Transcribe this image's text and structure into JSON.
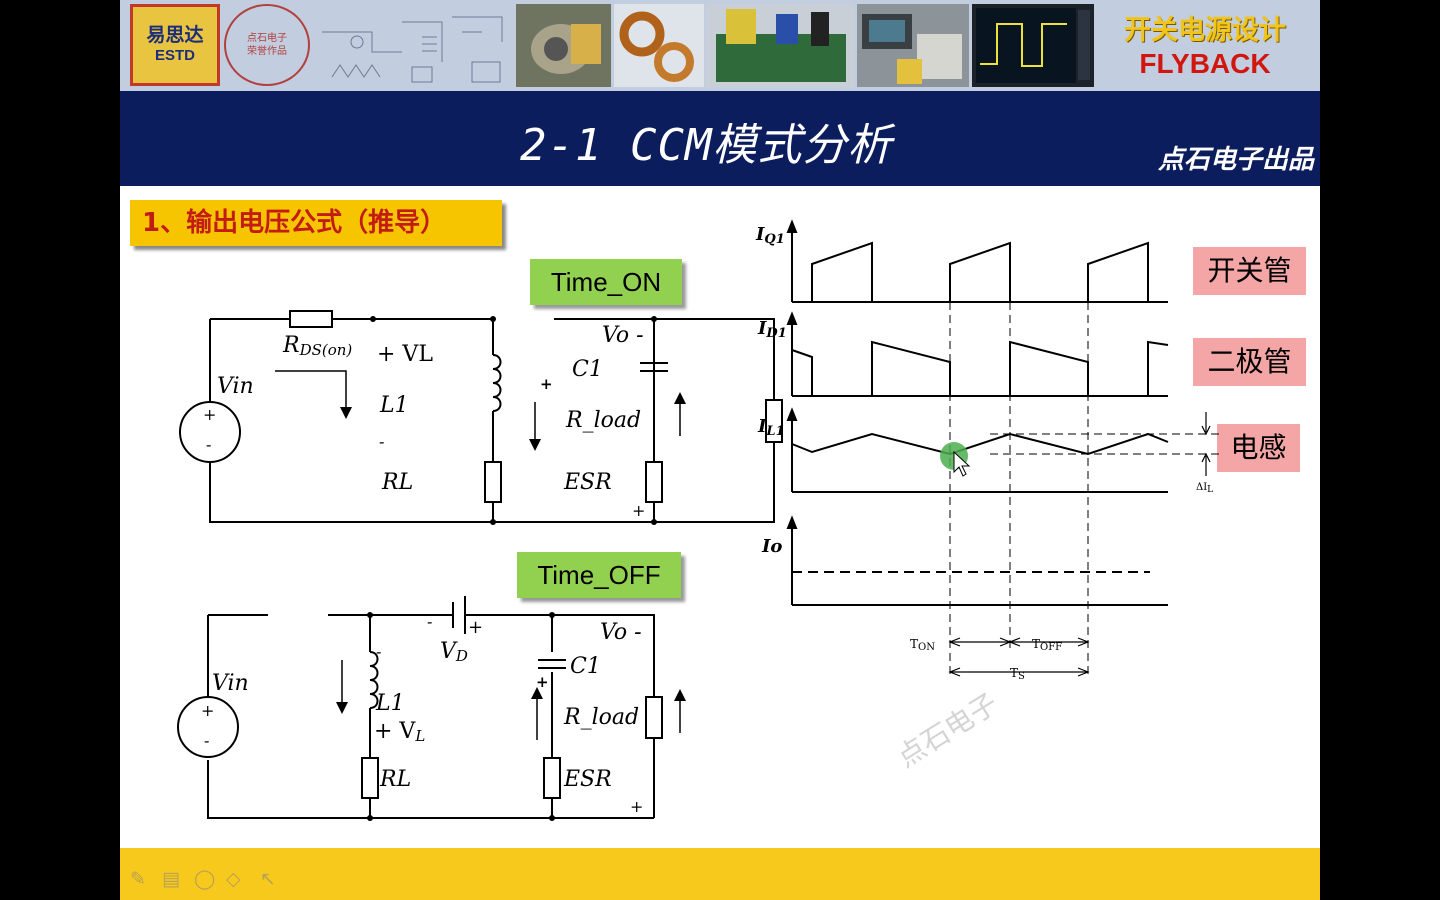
{
  "banner": {
    "logo_cn": "易思达",
    "logo_en": "ESTD",
    "seal_line1": "点石电子",
    "seal_line2": "荣誉作品",
    "title": "开关电源设计",
    "subtitle": "FLYBACK"
  },
  "header": {
    "title": "2-1  CCM模式分析",
    "publisher": "点石电子出品"
  },
  "section": {
    "heading": "1、输出电压公式（推导）"
  },
  "labels": {
    "time_on": "Time_ON",
    "time_off": "Time_OFF",
    "switch": "开关管",
    "diode": "二极管",
    "inductor": "电感"
  },
  "circuit_on": {
    "vin": "Vin",
    "rds": "R",
    "rds_sub": "DS(on)",
    "vl": "+ VL",
    "l1": "L1",
    "minus": "-",
    "rl": "RL",
    "c1": "C1",
    "vo": "Vo -",
    "rload": "R_load",
    "esr": "ESR",
    "plus": "+"
  },
  "circuit_off": {
    "vin": "Vin",
    "vd": "V",
    "vd_sub": "D",
    "l1": "L1",
    "vl": "+ V",
    "vl_sub": "L",
    "rl": "RL",
    "c1": "C1",
    "vo": "Vo -",
    "rload": "R_load",
    "esr": "ESR",
    "plus": "+",
    "minus": "-"
  },
  "waveforms": {
    "iq1": "I",
    "iq1_sub": "Q1",
    "id1": "I",
    "id1_sub": "D1",
    "il1": "I",
    "il1_sub": "L1",
    "io": "Io",
    "ton": "T",
    "ton_sub": "ON",
    "toff": "T",
    "toff_sub": "OFF",
    "ts": "T",
    "ts_sub": "S",
    "delta_il": "ΔI",
    "delta_il_sub": "L"
  },
  "watermark": "点石电子"
}
